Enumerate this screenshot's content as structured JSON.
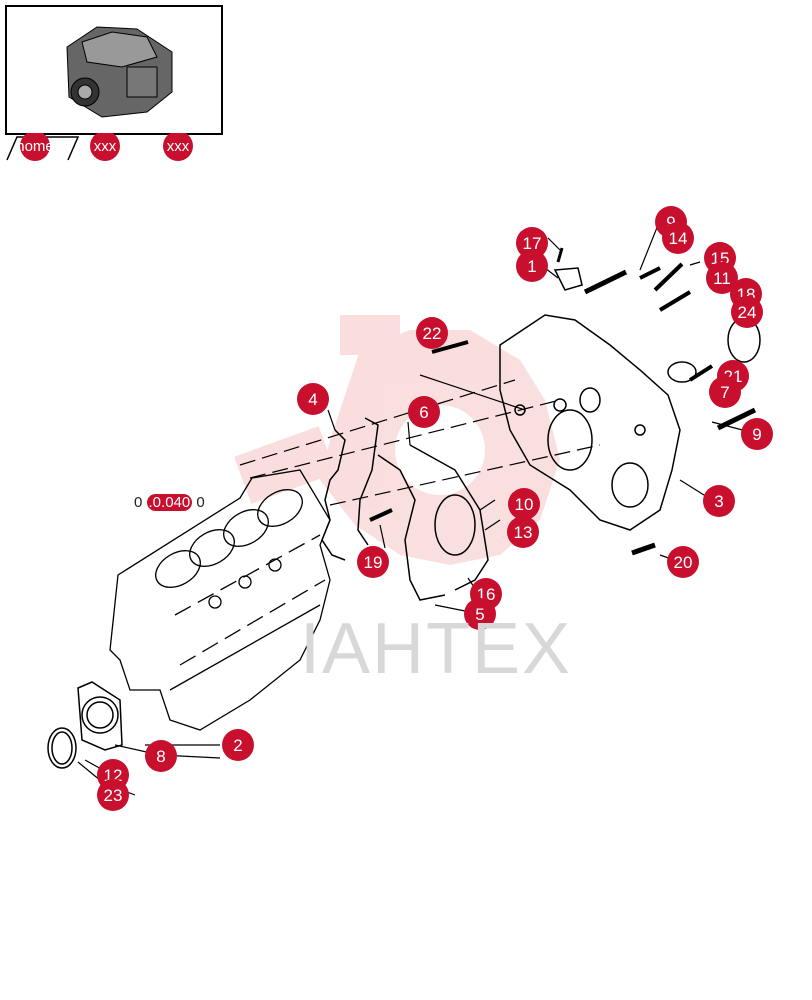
{
  "thumbnail": {
    "icon": "engine-thumbnail-icon"
  },
  "nav": [
    {
      "label": "home"
    },
    {
      "label": "xxx"
    },
    {
      "label": "xxx"
    }
  ],
  "section_code": {
    "prefix": "0 ",
    "code": ".0.040",
    "suffix": " 0"
  },
  "watermark": {
    "text": "IAHTEX"
  },
  "colors": {
    "callout": "#c8102e",
    "line": "#000000",
    "watermark": "#f5c5c5"
  },
  "callouts": [
    {
      "label": "9"
    },
    {
      "label": "14"
    },
    {
      "label": "17"
    },
    {
      "label": "1"
    },
    {
      "label": "15"
    },
    {
      "label": "11"
    },
    {
      "label": "18"
    },
    {
      "label": "24"
    },
    {
      "label": "22"
    },
    {
      "label": "21"
    },
    {
      "label": "7"
    },
    {
      "label": "4"
    },
    {
      "label": "6"
    },
    {
      "label": "9"
    },
    {
      "label": "10"
    },
    {
      "label": "3"
    },
    {
      "label": "13"
    },
    {
      "label": "19"
    },
    {
      "label": "16"
    },
    {
      "label": "5"
    },
    {
      "label": "20"
    },
    {
      "label": "2"
    },
    {
      "label": "8"
    },
    {
      "label": "12"
    },
    {
      "label": "23"
    }
  ]
}
